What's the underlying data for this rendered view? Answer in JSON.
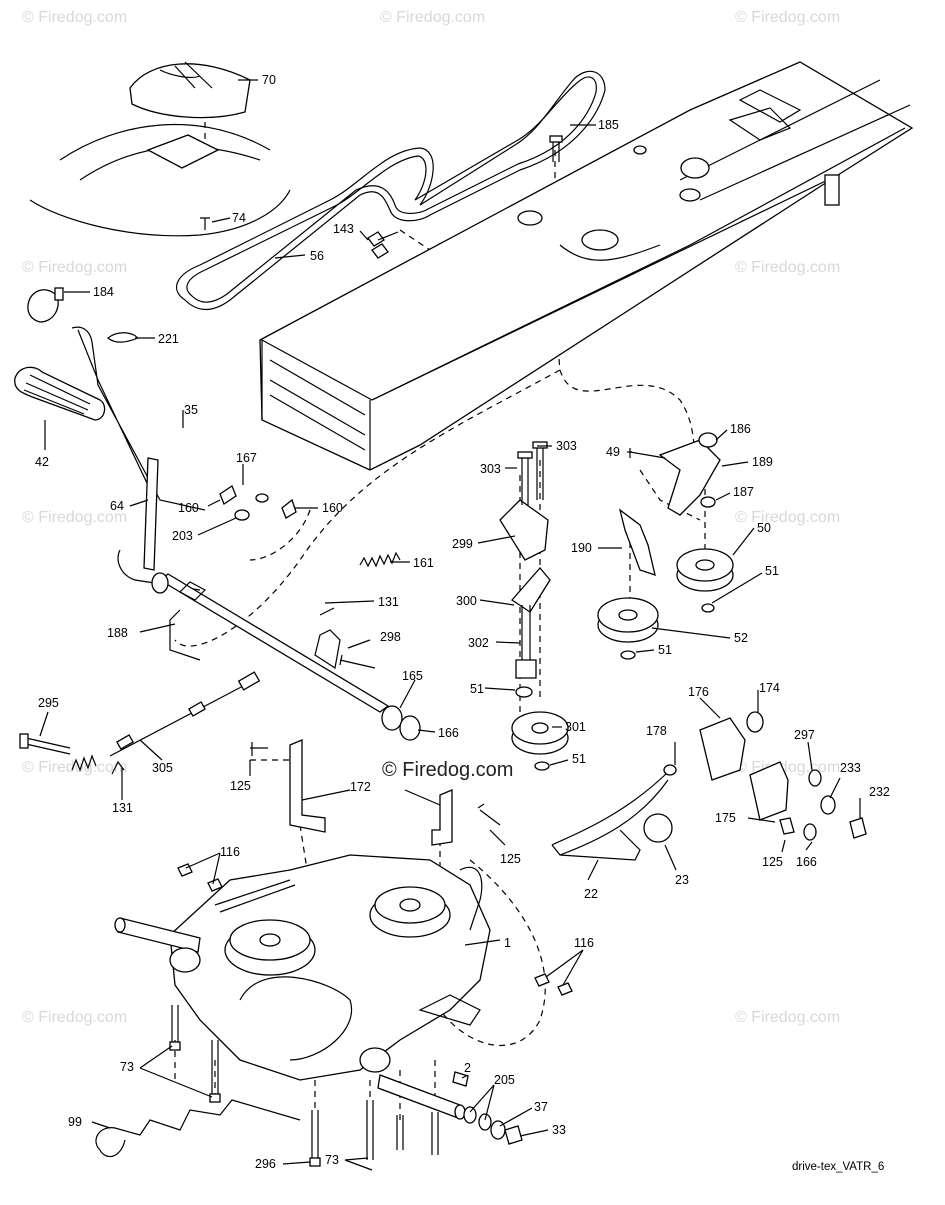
{
  "diagram": {
    "watermark_text": "© Firedog.com",
    "center_watermark_text": "© Firedog.com",
    "footer_code": "drive-tex_VATR_6",
    "part_labels": {
      "p70": "70",
      "p74": "74",
      "p56": "56",
      "p185": "185",
      "p143": "143",
      "p184": "184",
      "p221": "221",
      "p35": "35",
      "p42": "42",
      "p167": "167",
      "p160a": "160",
      "p160b": "160",
      "p64": "64",
      "p203": "203",
      "p161": "161",
      "p131a": "131",
      "p188": "188",
      "p298": "298",
      "p165": "165",
      "p166a": "166",
      "p295": "295",
      "p305": "305",
      "p131b": "131",
      "p303a": "303",
      "p303b": "303",
      "p299": "299",
      "p300": "300",
      "p302": "302",
      "p51a": "51",
      "p301": "301",
      "p51b": "51",
      "p49": "49",
      "p186": "186",
      "p189": "189",
      "p187": "187",
      "p190": "190",
      "p50": "50",
      "p51c": "51",
      "p52": "52",
      "p51d": "51",
      "p176": "176",
      "p174": "174",
      "p178": "178",
      "p297": "297",
      "p233": "233",
      "p232": "232",
      "p175": "175",
      "p125a": "125",
      "p166b": "166",
      "p23": "23",
      "p22": "22",
      "p125b": "125",
      "p172": "172",
      "p125c": "125",
      "p116a": "116",
      "p1": "1",
      "p116b": "116",
      "p73a": "73",
      "p2": "2",
      "p205": "205",
      "p37": "37",
      "p33": "33",
      "p99": "99",
      "p296": "296",
      "p73b": "73"
    }
  }
}
